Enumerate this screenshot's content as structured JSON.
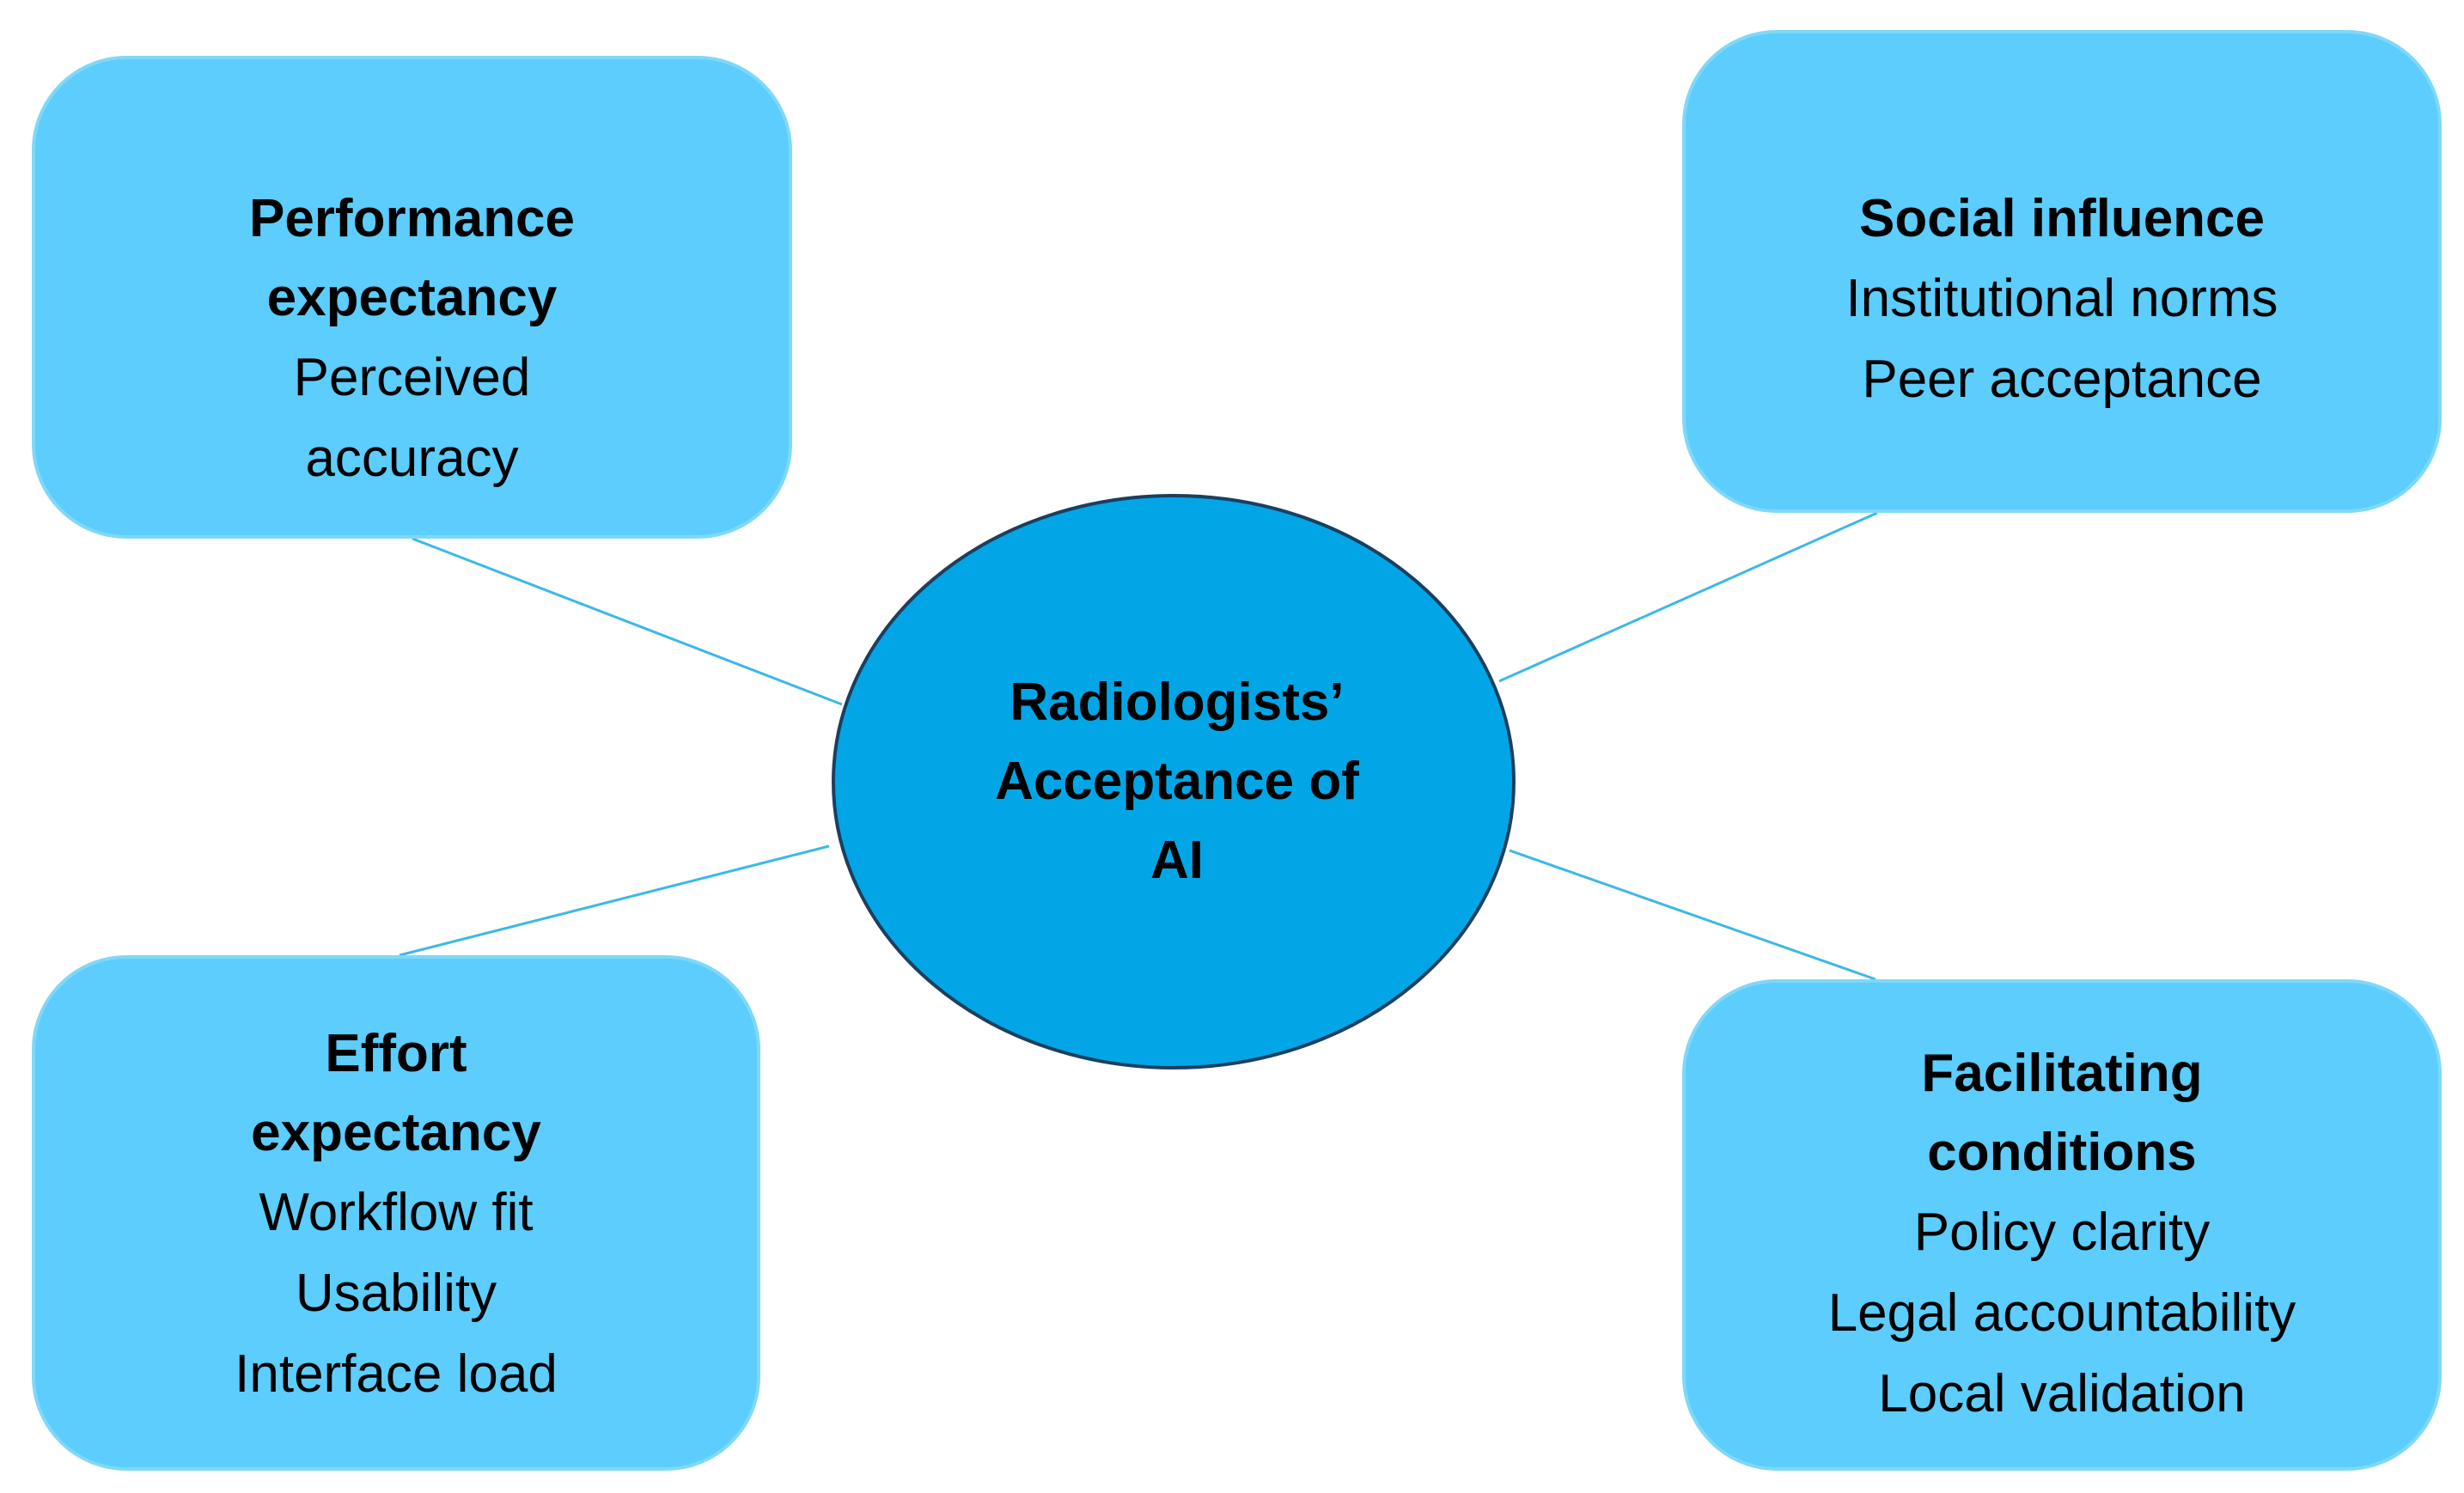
{
  "colors": {
    "box_fill": "#5ccdfd",
    "center_fill": "#02a6e6",
    "connector": "#3cb8e6",
    "text": "#000000"
  },
  "center": {
    "title_lines": [
      "Radiologists’",
      "Acceptance of",
      "AI"
    ]
  },
  "performance_expectancy": {
    "title_lines": [
      "Performance",
      "expectancy"
    ],
    "items": [
      "Perceived",
      "accuracy"
    ]
  },
  "social_influence": {
    "title_lines": [
      "Social influence"
    ],
    "items": [
      "Institutional norms",
      "Peer acceptance"
    ]
  },
  "effort_expectancy": {
    "title_lines": [
      "Effort",
      "expectancy"
    ],
    "items": [
      "Workflow fit",
      "Usability",
      "Interface load"
    ]
  },
  "facilitating_conditions": {
    "title_lines": [
      "Facilitating",
      "conditions"
    ],
    "items": [
      "Policy clarity",
      "Legal accountability",
      "Local validation"
    ]
  }
}
